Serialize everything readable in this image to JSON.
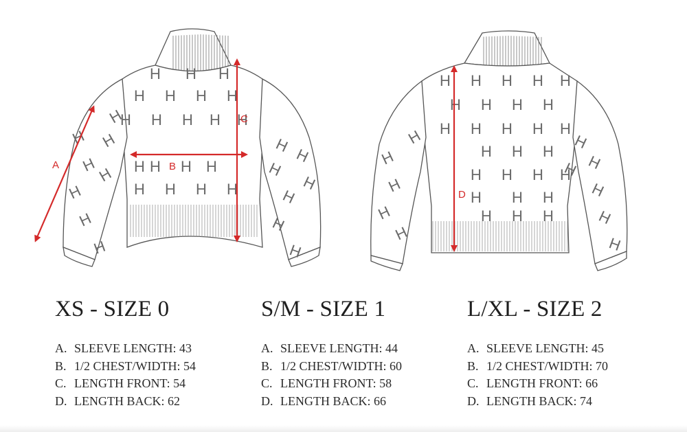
{
  "figure": {
    "front_markers": [
      "A",
      "B",
      "C"
    ],
    "back_markers": [
      "D"
    ],
    "pattern_letter": "H",
    "colors": {
      "arrow": "#d42a2a",
      "line": "#555555",
      "pattern": "#6a6a6a"
    }
  },
  "sizes": [
    {
      "title": "XS - SIZE 0",
      "measurements": [
        {
          "key": "A.",
          "text": "SLEEVE LENGTH: 43"
        },
        {
          "key": "B.",
          "text": "1/2 CHEST/WIDTH: 54"
        },
        {
          "key": "C.",
          "text": "LENGTH FRONT: 54"
        },
        {
          "key": "D.",
          "text": "LENGTH BACK: 62"
        }
      ]
    },
    {
      "title": "S/M - SIZE 1",
      "measurements": [
        {
          "key": "A.",
          "text": "SLEEVE LENGTH: 44"
        },
        {
          "key": "B.",
          "text": "1/2 CHEST/WIDTH: 60"
        },
        {
          "key": "C.",
          "text": "LENGTH FRONT: 58"
        },
        {
          "key": "D.",
          "text": "LENGTH BACK: 66"
        }
      ]
    },
    {
      "title": "L/XL - SIZE 2",
      "measurements": [
        {
          "key": "A.",
          "text": "SLEEVE LENGTH: 45"
        },
        {
          "key": "B.",
          "text": "1/2 CHEST/WIDTH: 70"
        },
        {
          "key": "C.",
          "text": "LENGTH FRONT: 66"
        },
        {
          "key": "D.",
          "text": "LENGTH BACK: 74"
        }
      ]
    }
  ]
}
